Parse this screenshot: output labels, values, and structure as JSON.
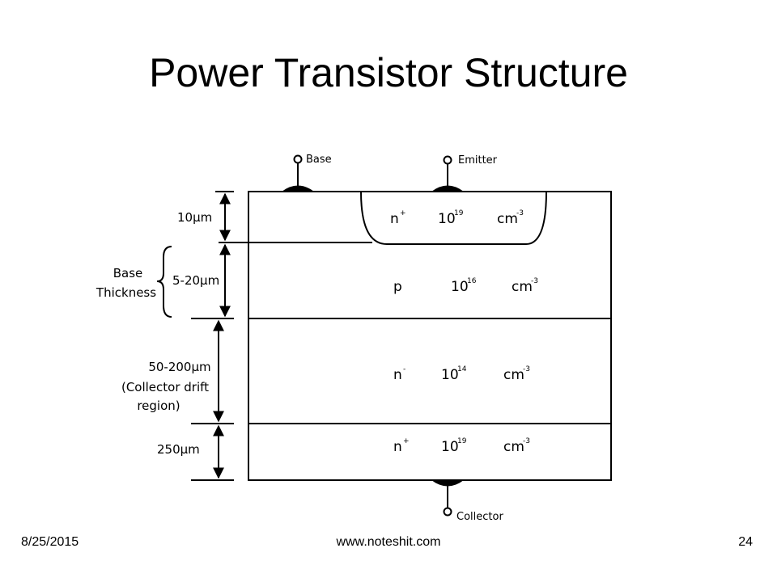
{
  "title": "Power Transistor Structure",
  "terminals": {
    "base": "Base",
    "emitter": "Emitter",
    "collector": "Collector"
  },
  "layers": [
    {
      "type": "n",
      "type_sup": "+",
      "doping_base": "10",
      "doping_exp": "19",
      "unit": "cm",
      "unit_exp": "-3"
    },
    {
      "type": "p",
      "type_sup": "",
      "doping_base": "10",
      "doping_exp": "16",
      "unit": "cm",
      "unit_exp": "-3"
    },
    {
      "type": "n",
      "type_sup": "-",
      "doping_base": "10",
      "doping_exp": "14",
      "unit": "cm",
      "unit_exp": "-3"
    },
    {
      "type": "n",
      "type_sup": "+",
      "doping_base": "10",
      "doping_exp": "19",
      "unit": "cm",
      "unit_exp": "-3"
    }
  ],
  "dimensions": {
    "emitter_depth": "10μm",
    "base_thickness": "5-20μm",
    "drift_thickness": "50-200μm",
    "substrate_thickness": "250μm",
    "base_label_line1": "Base",
    "base_label_line2": "Thickness",
    "drift_label_line1": "(Collector drift",
    "drift_label_line2": "region)"
  },
  "footer": {
    "date": "8/25/2015",
    "url": "www.noteshit.com",
    "page": "24"
  }
}
